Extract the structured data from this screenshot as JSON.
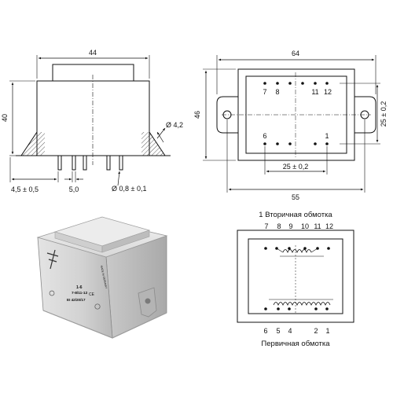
{
  "side_view": {
    "width": "44",
    "height": "40",
    "hole": "Ø 4,2",
    "offset": "4,5 ± 0,5",
    "pitch": "5,0",
    "pin_diameter": "Ø 0,8 ± 0,1"
  },
  "top_view": {
    "width": "64",
    "height": "46",
    "pin_pitch_vertical": "25 ± 0,2",
    "pin_pitch_horizontal": "25 ± 0,2",
    "mount_spacing": "55",
    "pin_labels_top": [
      "7",
      "8",
      "11",
      "12"
    ],
    "pin_labels_bottom": [
      "6",
      "1"
    ]
  },
  "photo": {
    "label_line1": "1-6",
    "label_line2": "7-8/11-12",
    "label_line3": "EI 42/20/17",
    "side_text": "MADE IN GERMANY",
    "mark_ce": "CE"
  },
  "schematic": {
    "secondary_label": "1 Вторичная обмотка",
    "primary_label": "Первичная обмотка",
    "top_pins": [
      "7",
      "8",
      "9",
      "10",
      "11",
      "12"
    ],
    "bottom_pins": [
      "6",
      "5",
      "4",
      "2",
      "1"
    ]
  }
}
